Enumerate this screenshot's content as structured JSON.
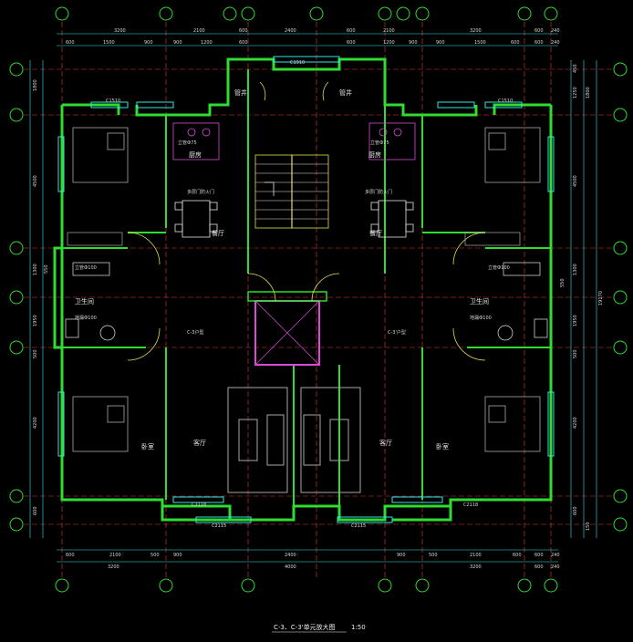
{
  "drawing": {
    "title": "C-3、C-3'单元放大图",
    "scale": "1:50",
    "colors": {
      "background": "#000000",
      "wall": "#2fdc2f",
      "window": "#35e6e6",
      "axis": "#e23b3b",
      "text": "#e8e8e8",
      "magenta": "#d94ad9"
    },
    "top_dims_row1": [
      "3200",
      "2100",
      "600",
      "2400",
      "600",
      "2100",
      "3200",
      "600",
      "240"
    ],
    "top_dims_row2": [
      "600",
      "1500",
      "900",
      "900",
      "1200",
      "600",
      "600",
      "1200",
      "900",
      "900",
      "1500",
      "600",
      "600",
      "240"
    ],
    "bottom_dims_row1": [
      "600",
      "2100",
      "500",
      "900",
      "2400",
      "900",
      "500",
      "2100",
      "600",
      "600",
      "240"
    ],
    "bottom_dims_row2": [
      "3200",
      "4000",
      "3200",
      "600",
      "240"
    ],
    "left_dims": [
      "1800",
      "4500",
      "1300",
      "550",
      "1950",
      "500",
      "4200",
      "600"
    ],
    "right_dims": [
      "450",
      "1250",
      "1800",
      "4500",
      "1300",
      "550",
      "1950",
      "500",
      "4200",
      "600",
      "150"
    ],
    "right_total": "19170",
    "rooms": {
      "stair_shaft_left": "管井",
      "stair_shaft_right": "管井",
      "kitchen_left": "厨房",
      "kitchen_right": "厨房",
      "dining_left": "餐厅",
      "dining_right": "餐厅",
      "bath_left": "卫生间",
      "bath_right": "卫生间",
      "living_left": "客厅",
      "living_right": "客厅",
      "bedroom_left": "卧室",
      "bedroom_right": "卧室"
    },
    "notes": {
      "pipe_left": "立管Ф75",
      "pipe_right": "立管Ф75",
      "pipe100_left": "立管Ф100",
      "pipe100_right": "立管Ф100",
      "drain_left": "地漏Ф100",
      "drain_right": "地漏Ф100",
      "kitchen_door_left": "多层门防火门",
      "kitchen_door_right": "多层门防火门",
      "unit_tag_left": "C-3户型",
      "unit_tag_right": "C-3'户型",
      "win_top": "C1910",
      "win_k_left": "C1510",
      "win_k_right": "C1510",
      "win_bottom_left": "C2118",
      "win_bottom_right": "C2118",
      "win_bottom_mid_left": "C2115",
      "win_bottom_mid_right": "C2115"
    }
  }
}
